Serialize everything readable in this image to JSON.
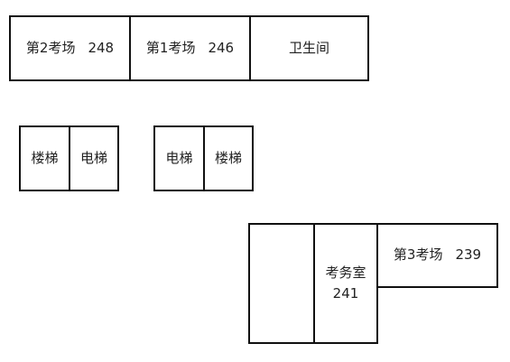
{
  "rooms": {
    "exam_room_2": {
      "name": "第2考场",
      "number": "248"
    },
    "exam_room_1": {
      "name": "第1考场",
      "number": "246"
    },
    "restroom": {
      "name": "卫生间"
    },
    "stairs_left": {
      "name": "楼梯"
    },
    "elevator_left": {
      "name": "电梯"
    },
    "elevator_right": {
      "name": "电梯"
    },
    "stairs_right": {
      "name": "楼梯"
    },
    "exam_office": {
      "name": "考务室",
      "number": "241"
    },
    "exam_room_3": {
      "name": "第3考场",
      "number": "239"
    }
  }
}
